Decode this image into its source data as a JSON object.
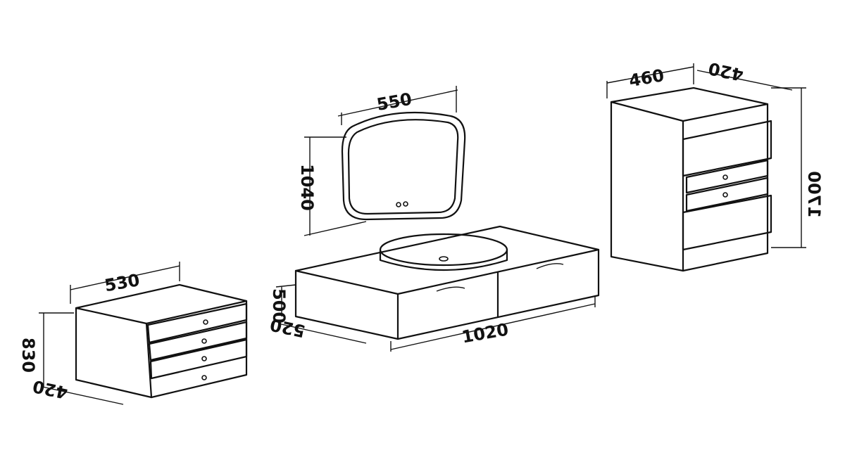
{
  "mirror": {
    "width": "550",
    "height": "1040"
  },
  "tall_cabinet": {
    "width": "460",
    "depth": "420",
    "height": "1700"
  },
  "vanity": {
    "width": "1020",
    "depth": "520",
    "height": "500"
  },
  "drawer_unit": {
    "width": "530",
    "depth": "420",
    "height": "830"
  }
}
